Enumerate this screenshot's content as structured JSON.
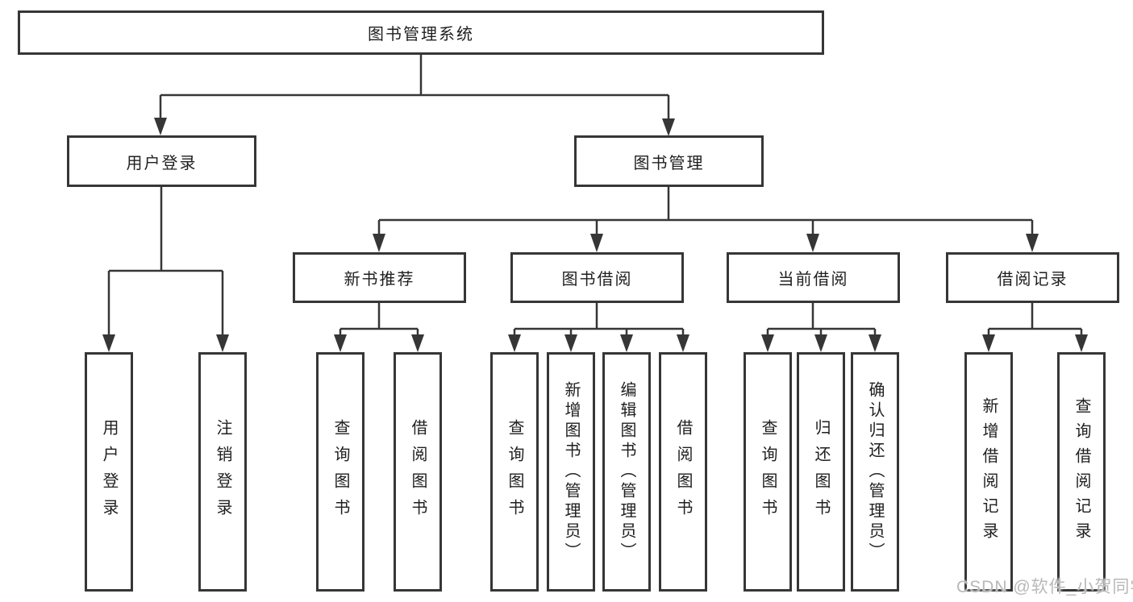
{
  "diagram": {
    "root": {
      "label": "图书管理系统"
    },
    "level2": [
      {
        "label": "用户登录",
        "parent": "图书管理系统"
      },
      {
        "label": "图书管理",
        "parent": "图书管理系统"
      }
    ],
    "level3": [
      {
        "label": "新书推荐",
        "parent": "图书管理"
      },
      {
        "label": "图书借阅",
        "parent": "图书管理"
      },
      {
        "label": "当前借阅",
        "parent": "图书管理"
      },
      {
        "label": "借阅记录",
        "parent": "图书管理"
      }
    ],
    "leaves": [
      {
        "label": "用户登录",
        "parent": "用户登录"
      },
      {
        "label": "注销登录",
        "parent": "用户登录"
      },
      {
        "label": "查询图书",
        "parent": "新书推荐"
      },
      {
        "label": "借阅图书",
        "parent": "新书推荐"
      },
      {
        "label": "查询图书",
        "parent": "图书借阅"
      },
      {
        "label": "新增图书（管理员）",
        "parent": "图书借阅"
      },
      {
        "label": "编辑图书（管理员）",
        "parent": "图书借阅"
      },
      {
        "label": "借阅图书",
        "parent": "图书借阅"
      },
      {
        "label": "查询图书",
        "parent": "当前借阅"
      },
      {
        "label": "归还图书",
        "parent": "当前借阅"
      },
      {
        "label": "确认归还（管理员）",
        "parent": "当前借阅"
      },
      {
        "label": "新增借阅记录",
        "parent": "借阅记录"
      },
      {
        "label": "查询借阅记录",
        "parent": "借阅记录"
      }
    ],
    "watermark": "CSDN @软件_小贺同学",
    "colors": {
      "line": "#363636",
      "box_border": "#363636",
      "text": "#1f1f1f",
      "watermark": "#b8b8b8",
      "background": "#ffffff"
    }
  }
}
